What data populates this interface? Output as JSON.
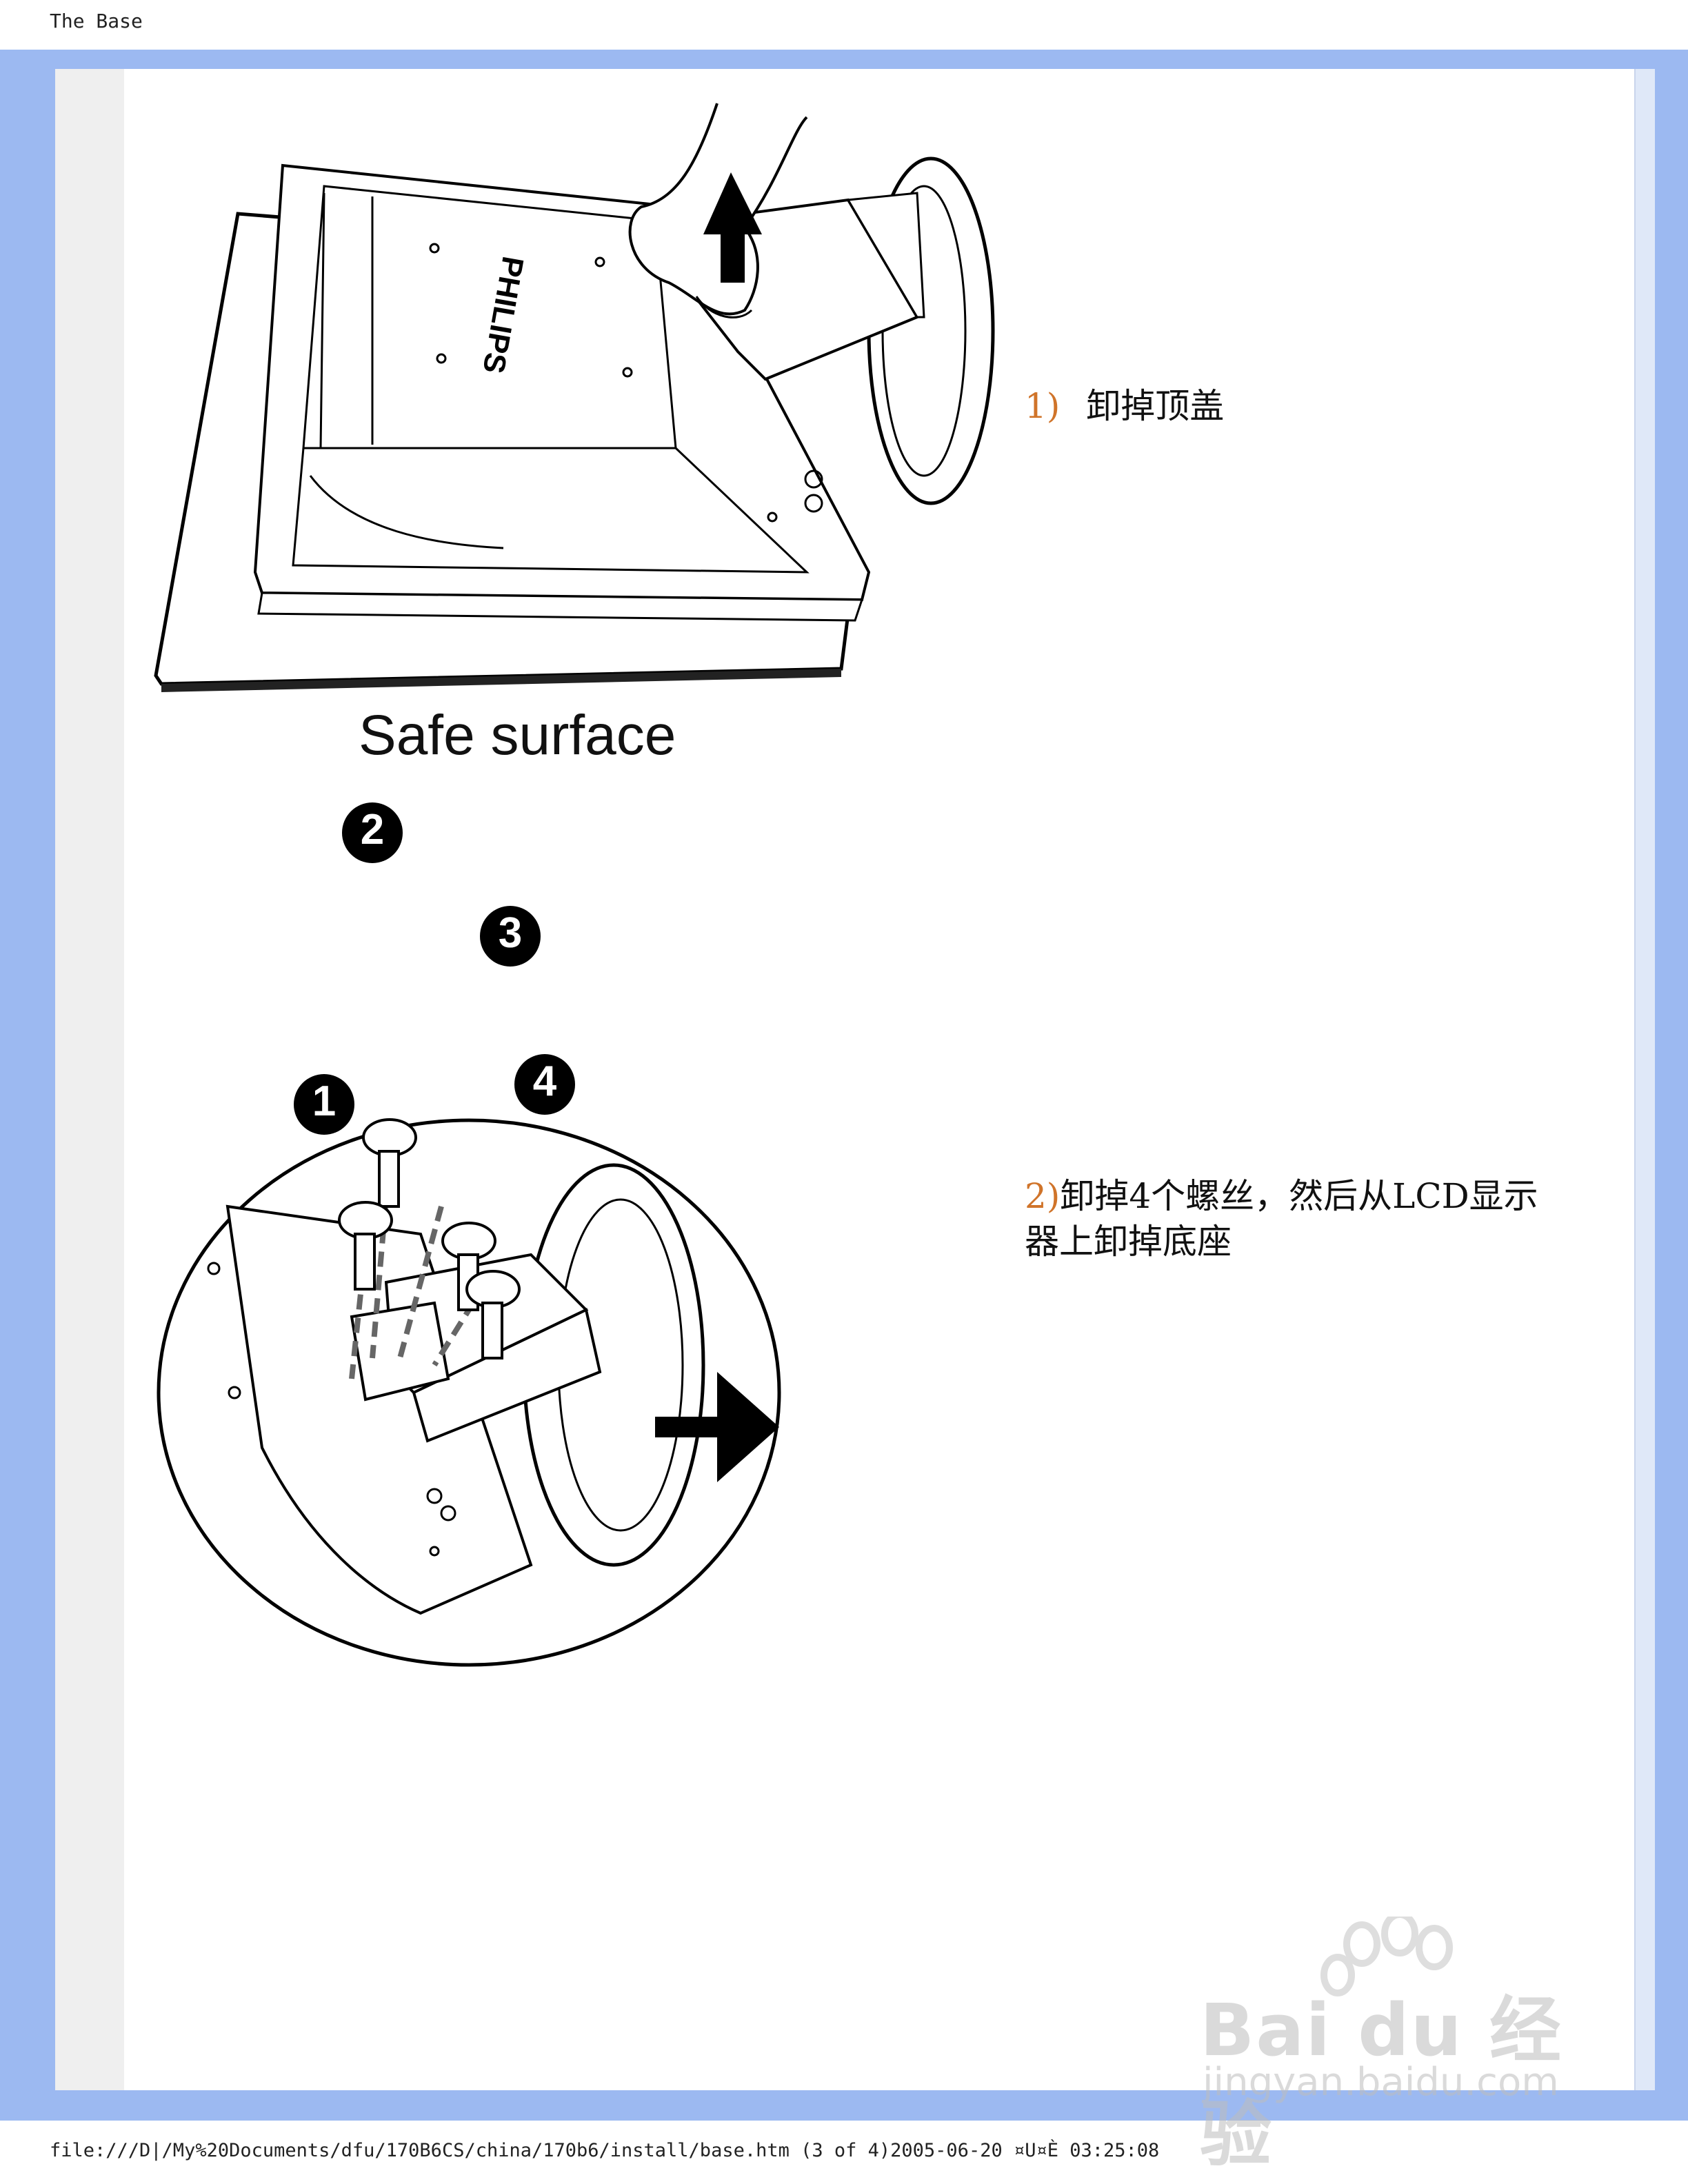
{
  "header": {
    "title": "The Base"
  },
  "figure1": {
    "caption": "Safe surface",
    "brand": "PHILIPS"
  },
  "figure2": {
    "badges": [
      "1",
      "2",
      "3",
      "4"
    ]
  },
  "steps": [
    {
      "number": "1)",
      "text": "卸掉顶盖"
    },
    {
      "number": "2)",
      "text_line1": "卸掉4个螺丝，然后从LCD显示",
      "text_line2": "器上卸掉底座"
    }
  ],
  "footer": {
    "path": "file:///D|/My%20Documents/dfu/170B6CS/china/170b6/install/base.htm (3 of 4)2005-06-20 ¤U¤È 03:25:08"
  },
  "watermark": {
    "logo": "Bai du 经验",
    "url": "jingyan.baidu.com"
  },
  "colors": {
    "frame": "#9cb9f1",
    "step_number": "#d0742a"
  }
}
